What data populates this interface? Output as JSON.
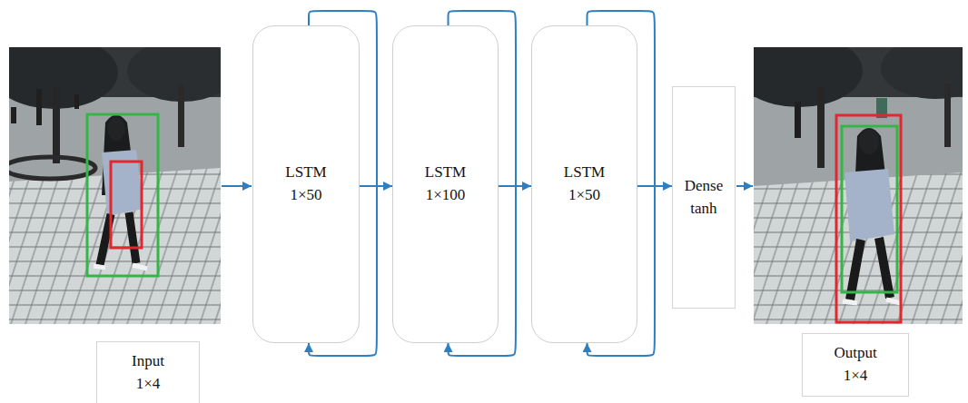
{
  "diagram": {
    "nodes": [
      {
        "text": [
          "Input 1×4"
        ]
      },
      {
        "text": [
          "LSTM 1×50"
        ]
      },
      {
        "text": [
          "LSTM 1×100"
        ]
      },
      {
        "text": [
          "LSTM 1×50"
        ]
      },
      {
        "text": [
          "Dense tanh"
        ]
      },
      {
        "text": [
          "Output 1×4"
        ]
      }
    ],
    "edges": [
      {
        "from": 1,
        "to": 1,
        "arrow": "to"
      },
      {
        "from": 1,
        "to": 2,
        "arrow": "to"
      },
      {
        "from": 2,
        "to": 2,
        "arrow": "to"
      },
      {
        "from": 2,
        "to": 3,
        "arrow": "to"
      },
      {
        "from": 3,
        "to": 3,
        "arrow": "to"
      },
      {
        "from": 3,
        "to": 4,
        "arrow": "to"
      }
    ]
  }
}
